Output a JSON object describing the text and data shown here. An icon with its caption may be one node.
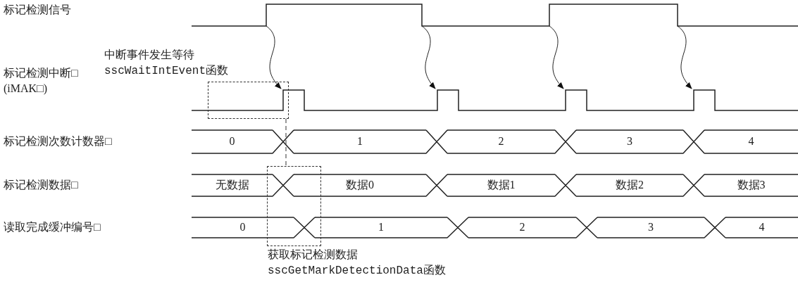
{
  "diagram": {
    "nodes": [
      {
        "text": [
          "中断事件发生等待 sscWaitIntEvent函数"
        ]
      },
      {
        "text": [
          "获取标记检测数据 sscGetMarkDetectionData函数"
        ]
      }
    ],
    "edges": [
      {
        "from": 0,
        "to": 1,
        "arrow": "none",
        "style": "dashed"
      }
    ],
    "labels": [
      "标记检测信号",
      "标记检测中断□ (iMAK□)",
      "标记检测次数计数器□",
      "0",
      "1",
      "2",
      "3",
      "4",
      "标记检测数据□",
      "无数据",
      "数据0",
      "数据1",
      "数据2",
      "数据3",
      "读取完成缓冲编号□",
      "0",
      "1",
      "2",
      "3",
      "4"
    ]
  }
}
